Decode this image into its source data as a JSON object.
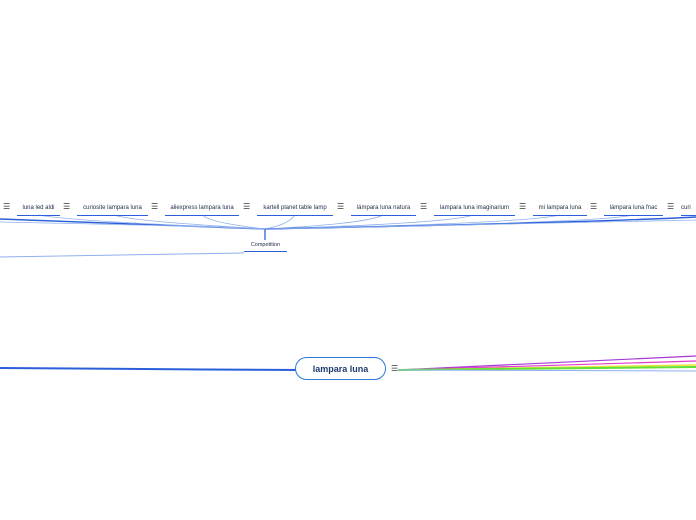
{
  "central_topic": {
    "label": "lampara luna"
  },
  "competition": {
    "label": "Competition"
  },
  "subtopics": [
    {
      "label": "luna led aldi"
    },
    {
      "label": "curiosite lampara luna"
    },
    {
      "label": "aliexpress lampara luna"
    },
    {
      "label": "kartell planet table lamp"
    },
    {
      "label": "lámpara luna natura"
    },
    {
      "label": "lampara luna imaginarium"
    },
    {
      "label": "mi lampara luna"
    },
    {
      "label": "lámpara luna fnac"
    },
    {
      "label": "curi"
    }
  ],
  "icons": {
    "menu": "hamburger-menu-icon"
  },
  "colors": {
    "connector_blue": "#2b5fd9",
    "connector_light_blue": "#8fb0ee",
    "branch_purple": "#a63ad8",
    "branch_magenta": "#e23ac9",
    "branch_yellow": "#e8e43a",
    "branch_green": "#5fe03a"
  }
}
